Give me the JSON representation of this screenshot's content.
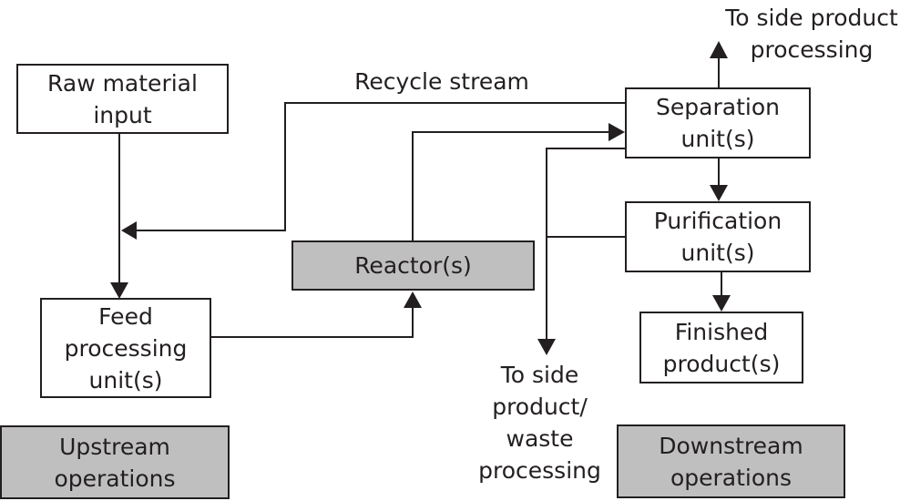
{
  "boxes": {
    "raw_material": {
      "lines": [
        "Raw material",
        "input"
      ]
    },
    "feed_processing": {
      "lines": [
        "Feed",
        "processing",
        "unit(s)"
      ]
    },
    "reactor": {
      "lines": [
        "Reactor(s)"
      ]
    },
    "separation": {
      "lines": [
        "Separation",
        "unit(s)"
      ]
    },
    "purification": {
      "lines": [
        "Purification",
        "unit(s)"
      ]
    },
    "finished_product": {
      "lines": [
        "Finished",
        "product(s)"
      ]
    },
    "upstream": {
      "lines": [
        "Upstream",
        "operations"
      ]
    },
    "downstream": {
      "lines": [
        "Downstream",
        "operations"
      ]
    }
  },
  "labels": {
    "recycle_stream": "Recycle stream",
    "side_product_top": [
      "To side product",
      "processing"
    ],
    "side_waste": [
      "To side",
      "product/",
      "waste",
      "processing"
    ]
  },
  "colors": {
    "line": "#231f20",
    "shaded_fill": "#bfbfbf",
    "box_fill": "#ffffff"
  }
}
